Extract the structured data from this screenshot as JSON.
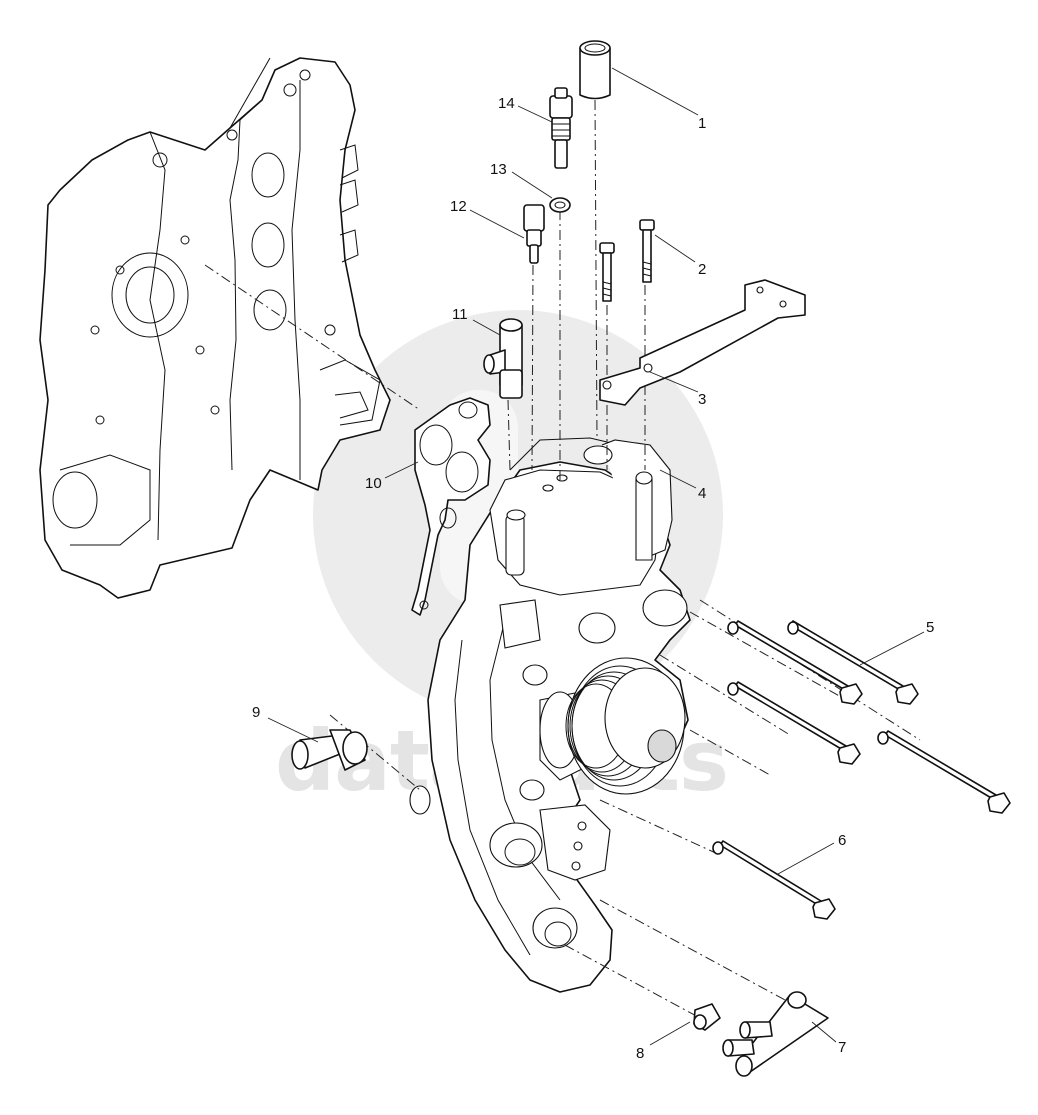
{
  "diagram": {
    "watermark": "dataparts",
    "callouts": [
      {
        "id": "1",
        "label": "1"
      },
      {
        "id": "2",
        "label": "2"
      },
      {
        "id": "3",
        "label": "3"
      },
      {
        "id": "4",
        "label": "4"
      },
      {
        "id": "5",
        "label": "5"
      },
      {
        "id": "6",
        "label": "6"
      },
      {
        "id": "7",
        "label": "7"
      },
      {
        "id": "8",
        "label": "8"
      },
      {
        "id": "9",
        "label": "9"
      },
      {
        "id": "10",
        "label": "10"
      },
      {
        "id": "11",
        "label": "11"
      },
      {
        "id": "12",
        "label": "12"
      },
      {
        "id": "13",
        "label": "13"
      },
      {
        "id": "14",
        "label": "14"
      }
    ]
  }
}
